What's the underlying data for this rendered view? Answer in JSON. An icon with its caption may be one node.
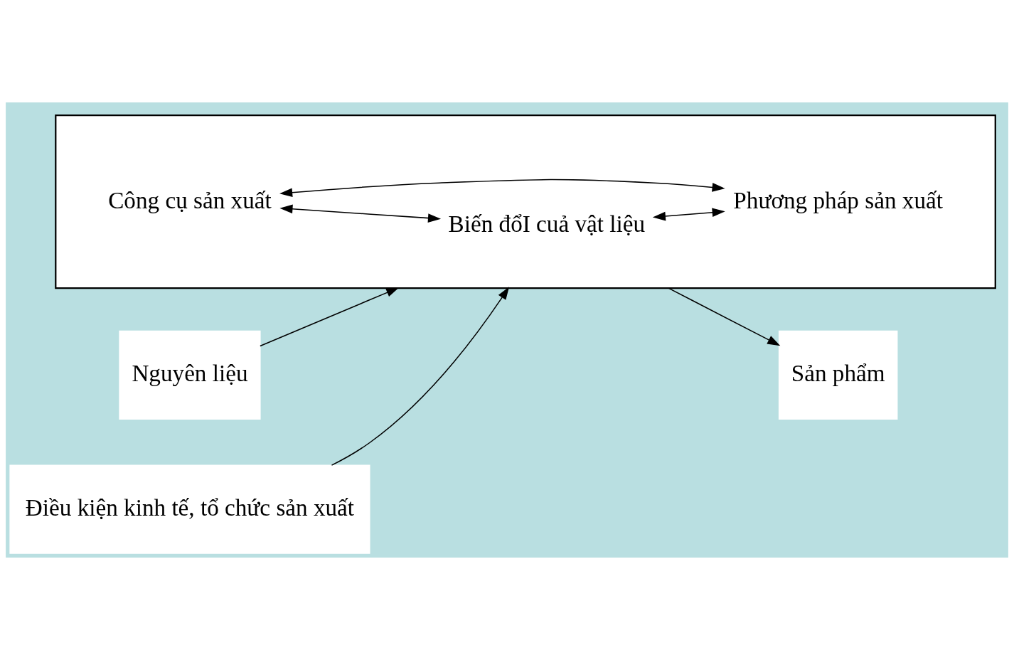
{
  "diagram": {
    "nodes": [
      {
        "text": [],
        "shape": "box"
      },
      {
        "text": [
          "Biến đổI cuả vật liệu"
        ],
        "in": 0
      },
      {
        "text": [
          "Nguyên liệu"
        ]
      },
      {
        "text": [
          "Sản phẩm"
        ]
      },
      {
        "text": [
          "Công cụ sản xuất"
        ],
        "in": 0
      },
      {
        "text": [
          "Phương pháp sản xuất"
        ],
        "in": 0
      },
      {
        "text": [
          "Điều kiện kinh tế, tổ chức sản xuất"
        ]
      }
    ],
    "edges": [
      {
        "from": 2,
        "to": 0,
        "arrow": "to"
      },
      {
        "from": 0,
        "to": 3,
        "arrow": "to"
      },
      {
        "from": 4,
        "to": 1,
        "arrow": "both"
      },
      {
        "from": 1,
        "to": 5,
        "arrow": "both"
      },
      {
        "from": 4,
        "to": 5,
        "arrow": "both"
      },
      {
        "from": 6,
        "to": 0,
        "arrow": "to"
      }
    ]
  }
}
